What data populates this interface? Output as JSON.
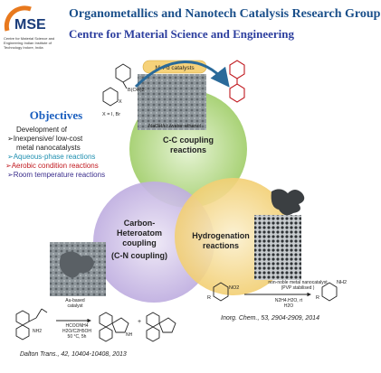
{
  "header": {
    "logo_text": "MSE",
    "logo_caption": "Centre for Material Science and Engineering Indian Institute of Technology Indore, India",
    "group_title": "Organometallics and Nanotech Catalysis Research Group",
    "centre_title": "Centre for Material Science and Engineering"
  },
  "objectives": {
    "title": "Objectives",
    "intro": "Development of",
    "items": [
      "➢Inexpensive/ low-cost",
      "metal nanocatalysts",
      "➢Aqueous-phase reactions",
      "➢Aerobic condition reactions",
      "➢Room temperature reactions"
    ]
  },
  "circles": {
    "top": {
      "label_1": "C-C coupling",
      "label_2": "reactions",
      "color": "#b9dc8f"
    },
    "left": {
      "label_1": "Carbon-",
      "label_2": "Heteroatom",
      "label_3": "coupling",
      "label_4": "(C-N coupling)",
      "color": "#cfc2e6"
    },
    "right": {
      "label_1": "Hydrogenation",
      "label_2": "reactions",
      "color": "#f5dc96"
    }
  },
  "top_panel": {
    "catalyst_label": "Ni-Pd catalysts",
    "conditions": "NaOH/r.t./water-ethanol",
    "reagent": "B(OH)2",
    "x_group": "X",
    "halide_note": "X = I, Br"
  },
  "right_panel": {
    "catalyst_line_1": "non-noble metal nanocatalyst",
    "catalyst_line_2": "(PVP stabilised )",
    "reagent_1": "N2H4.H2O, rt",
    "reagent_2": "H2O",
    "substituent": "R",
    "nitro": "NO2",
    "amine": "NH2",
    "reference": "Inorg. Chem., 53, 2904-2909, 2014"
  },
  "left_panel": {
    "catalyst_line_1": "Au-based",
    "catalyst_line_2": "catalyst",
    "cond_1": "HCOONH4",
    "cond_2": "H2O/C2H5OH",
    "cond_3": "50 °C, 5h",
    "amine_group": "NH2",
    "nh": "NH",
    "plus": "+",
    "reference": "Dalton Trans., 42, 10404-10408, 2013"
  }
}
